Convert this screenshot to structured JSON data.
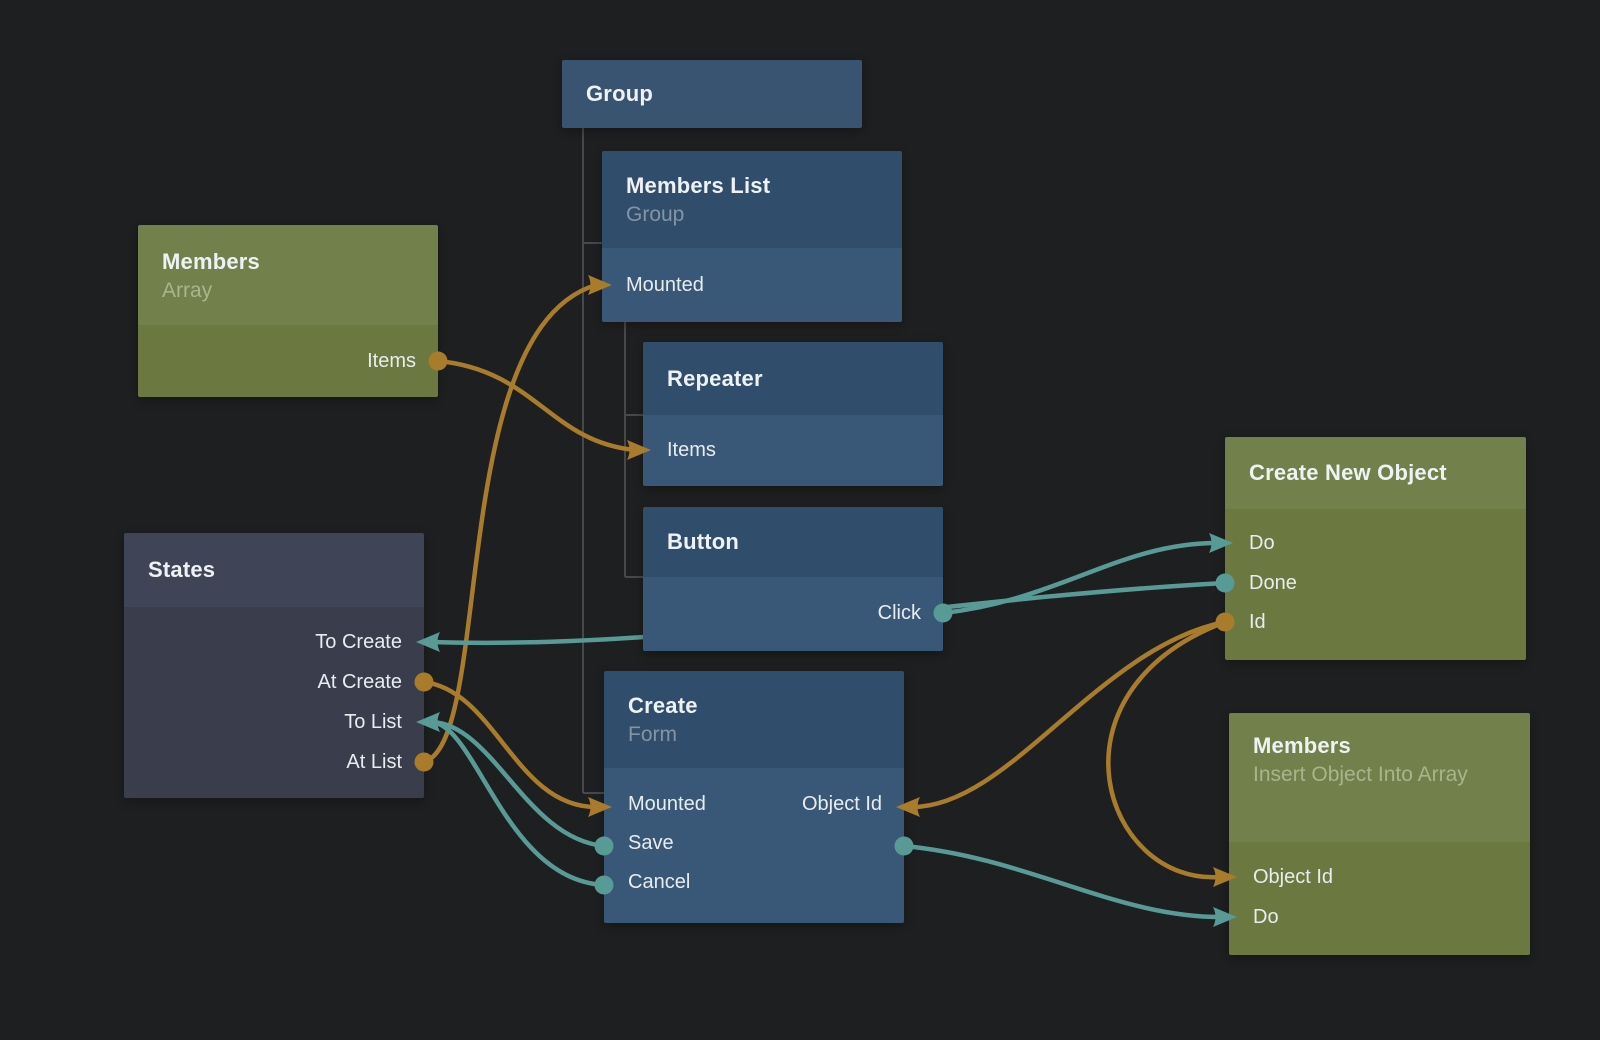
{
  "canvas": {
    "background": "#1e1f20"
  },
  "colors": {
    "data_connection_orange": "#a97c2b",
    "signal_connection_teal": "#589b96",
    "node_blue_header": "#304e6c",
    "node_blue_body": "#395877",
    "node_green_header": "#72804b",
    "node_green_body": "#6b7941",
    "node_slate_header": "#404457",
    "node_slate_body": "#3a3e4c",
    "hierarchy_line": "#46484b"
  },
  "nodes": {
    "group": {
      "title": "Group"
    },
    "members_list": {
      "title": "Members List",
      "subtitle": "Group",
      "ports": {
        "mounted": "Mounted"
      }
    },
    "members_array": {
      "title": "Members",
      "subtitle": "Array",
      "ports": {
        "items": "Items"
      }
    },
    "repeater": {
      "title": "Repeater",
      "ports": {
        "items": "Items"
      }
    },
    "button": {
      "title": "Button",
      "ports": {
        "click": "Click"
      }
    },
    "states": {
      "title": "States",
      "ports": {
        "to_create": "To Create",
        "at_create": "At Create",
        "to_list": "To List",
        "at_list": "At List"
      }
    },
    "create_form": {
      "title": "Create",
      "subtitle": "Form",
      "ports": {
        "mounted": "Mounted",
        "save": "Save",
        "cancel": "Cancel",
        "object_id": "Object Id"
      }
    },
    "create_new_object": {
      "title": "Create New Object",
      "ports": {
        "do": "Do",
        "done": "Done",
        "id": "Id"
      }
    },
    "members_insert": {
      "title": "Members",
      "subtitle": "Insert Object Into Array",
      "ports": {
        "object_id": "Object Id",
        "do": "Do"
      }
    }
  },
  "connections": [
    {
      "from": "Members.Items",
      "to": "Repeater.Items",
      "type": "data"
    },
    {
      "from": "States.At Create",
      "to": "Create.Mounted",
      "type": "data"
    },
    {
      "from": "States.At List",
      "to": "Members List.Mounted",
      "type": "data"
    },
    {
      "from": "Button.Click",
      "to": "Create New Object.Do",
      "type": "signal"
    },
    {
      "from": "Create New Object.Done",
      "to": "States.To Create",
      "type": "signal"
    },
    {
      "from": "Create New Object.Id",
      "to": "Create.Object Id",
      "type": "data"
    },
    {
      "from": "Create New Object.Id",
      "to": "Members.Object Id",
      "type": "data"
    },
    {
      "from": "Create.Save",
      "to": "States.To List",
      "type": "signal"
    },
    {
      "from": "Create.Cancel",
      "to": "States.To List",
      "type": "signal"
    },
    {
      "from": "Create.Save",
      "to": "Members.Do",
      "type": "signal"
    }
  ]
}
